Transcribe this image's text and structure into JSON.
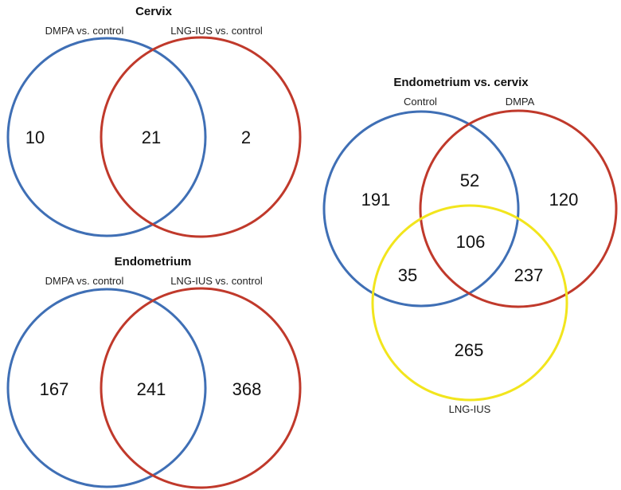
{
  "colors": {
    "blue": "#3f6fb5",
    "red": "#c0392b",
    "yellow": "#f2e51d"
  },
  "cervix": {
    "title": "Cervix",
    "left_label": "DMPA vs. control",
    "right_label": "LNG-IUS vs. control",
    "left_only": "10",
    "both": "21",
    "right_only": "2"
  },
  "endometrium": {
    "title": "Endometrium",
    "left_label": "DMPA vs. control",
    "right_label": "LNG-IUS vs. control",
    "left_only": "167",
    "both": "241",
    "right_only": "368"
  },
  "endo_vs_cervix": {
    "title": "Endometrium vs. cervix",
    "control_label": "Control",
    "dmpa_label": "DMPA",
    "lngius_label": "LNG-IUS",
    "control_only": "191",
    "control_dmpa": "52",
    "dmpa_only": "120",
    "all_three": "106",
    "control_lngius": "35",
    "dmpa_lngius": "237",
    "lngius_only": "265"
  }
}
